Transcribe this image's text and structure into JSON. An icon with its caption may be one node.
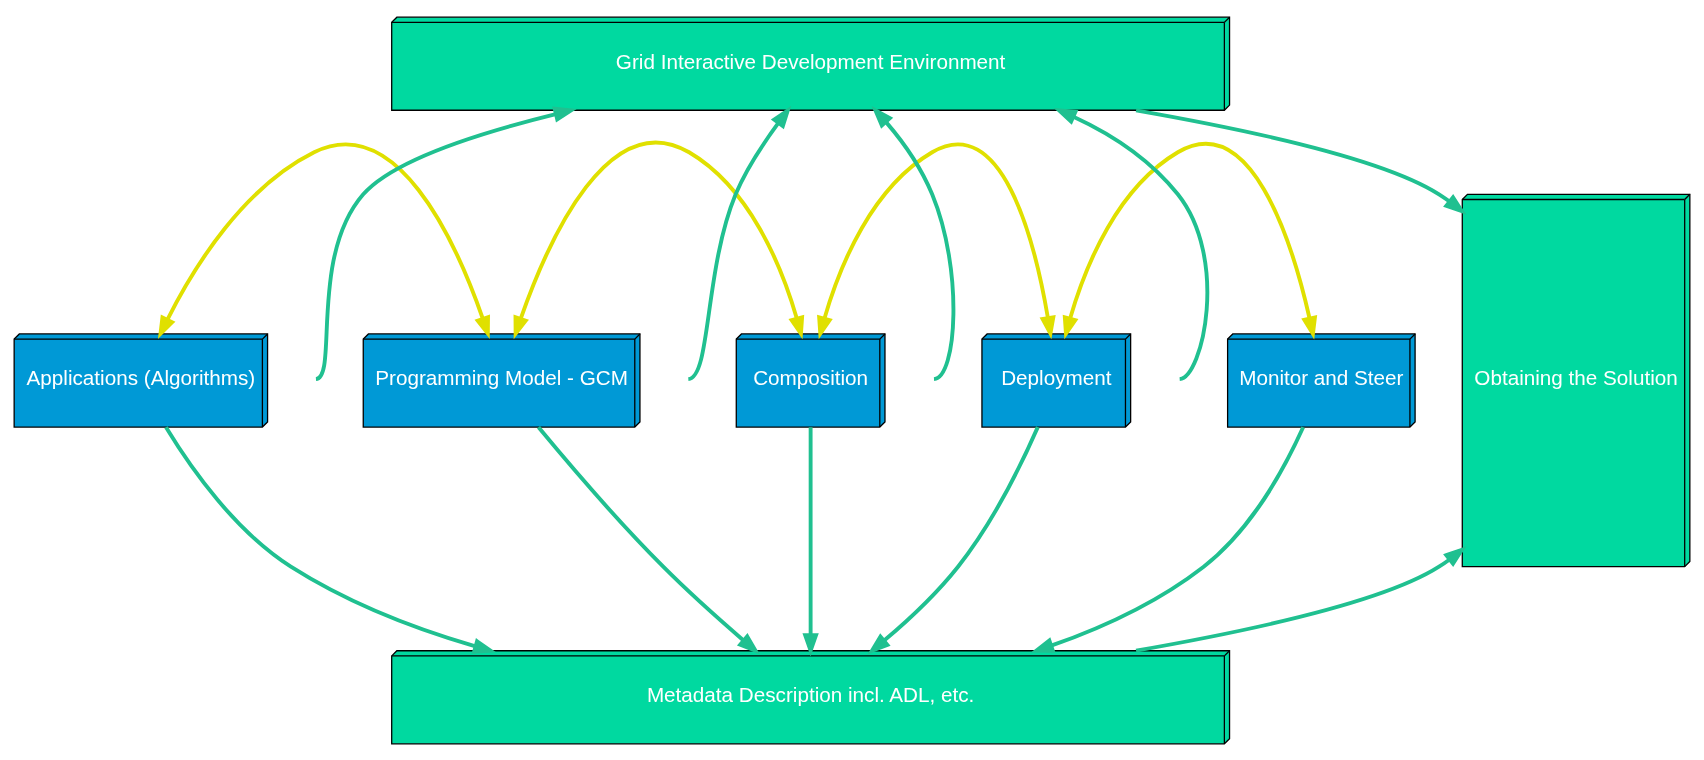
{
  "diagram": {
    "nodes": [
      {
        "text": [
          "Grid Interactive Development Environment"
        ]
      },
      {
        "text": [
          "Applications (Algorithms)"
        ]
      },
      {
        "text": [
          "Programming Model - GCM"
        ]
      },
      {
        "text": [
          "Composition"
        ]
      },
      {
        "text": [
          "Deployment"
        ]
      },
      {
        "text": [
          "Monitor and Steer"
        ]
      },
      {
        "text": [
          "Metadata Description incl. ADL, etc."
        ]
      },
      {
        "text": [
          "Obtaining the Solution"
        ]
      }
    ],
    "edges": [
      {
        "from": 0,
        "to": 7,
        "arrow": "to"
      },
      {
        "from": 1,
        "to": 2,
        "arrow": "both",
        "color": "#e0e000"
      },
      {
        "from": 2,
        "to": 3,
        "arrow": "both",
        "color": "#e0e000"
      },
      {
        "from": 3,
        "to": 4,
        "arrow": "both",
        "color": "#e0e000"
      },
      {
        "from": 4,
        "to": 5,
        "arrow": "both",
        "color": "#e0e000"
      },
      {
        "from": null,
        "to": 0,
        "arrow": "to"
      },
      {
        "from": null,
        "to": 0,
        "arrow": "to"
      },
      {
        "from": null,
        "to": 0,
        "arrow": "to"
      },
      {
        "from": null,
        "to": 0,
        "arrow": "to"
      },
      {
        "from": 1,
        "to": 6,
        "arrow": "to"
      },
      {
        "from": 2,
        "to": 6,
        "arrow": "to"
      },
      {
        "from": 3,
        "to": 6,
        "arrow": "to"
      },
      {
        "from": 4,
        "to": 6,
        "arrow": "to"
      },
      {
        "from": 5,
        "to": 6,
        "arrow": "to"
      },
      {
        "from": 6,
        "to": 7,
        "arrow": "to"
      }
    ]
  }
}
